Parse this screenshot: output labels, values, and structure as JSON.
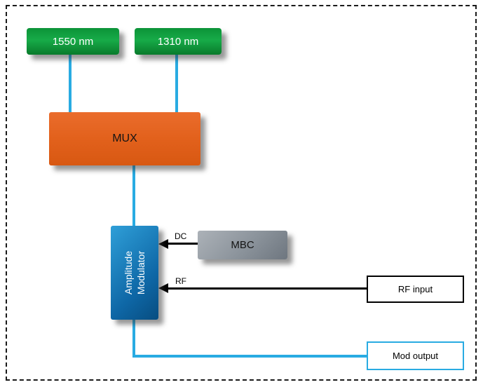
{
  "diagram": {
    "nodes": {
      "laser_1550": {
        "label": "1550 nm"
      },
      "laser_1310": {
        "label": "1310 nm"
      },
      "mux": {
        "label": "MUX"
      },
      "amplitude_modulator": {
        "label": "Amplitude Modulator"
      },
      "mbc": {
        "label": "MBC"
      },
      "rf_input": {
        "label": "RF input"
      },
      "mod_output": {
        "label": "Mod output"
      }
    },
    "edge_labels": {
      "dc": "DC",
      "rf": "RF"
    },
    "colors": {
      "laser_green": "#0f9d3b",
      "mux_orange": "#e2611c",
      "modulator_blue": "#0f6fae",
      "mbc_gray": "#8a929b",
      "fiber_cyan": "#29abe2",
      "arrow_black": "#000000"
    }
  }
}
